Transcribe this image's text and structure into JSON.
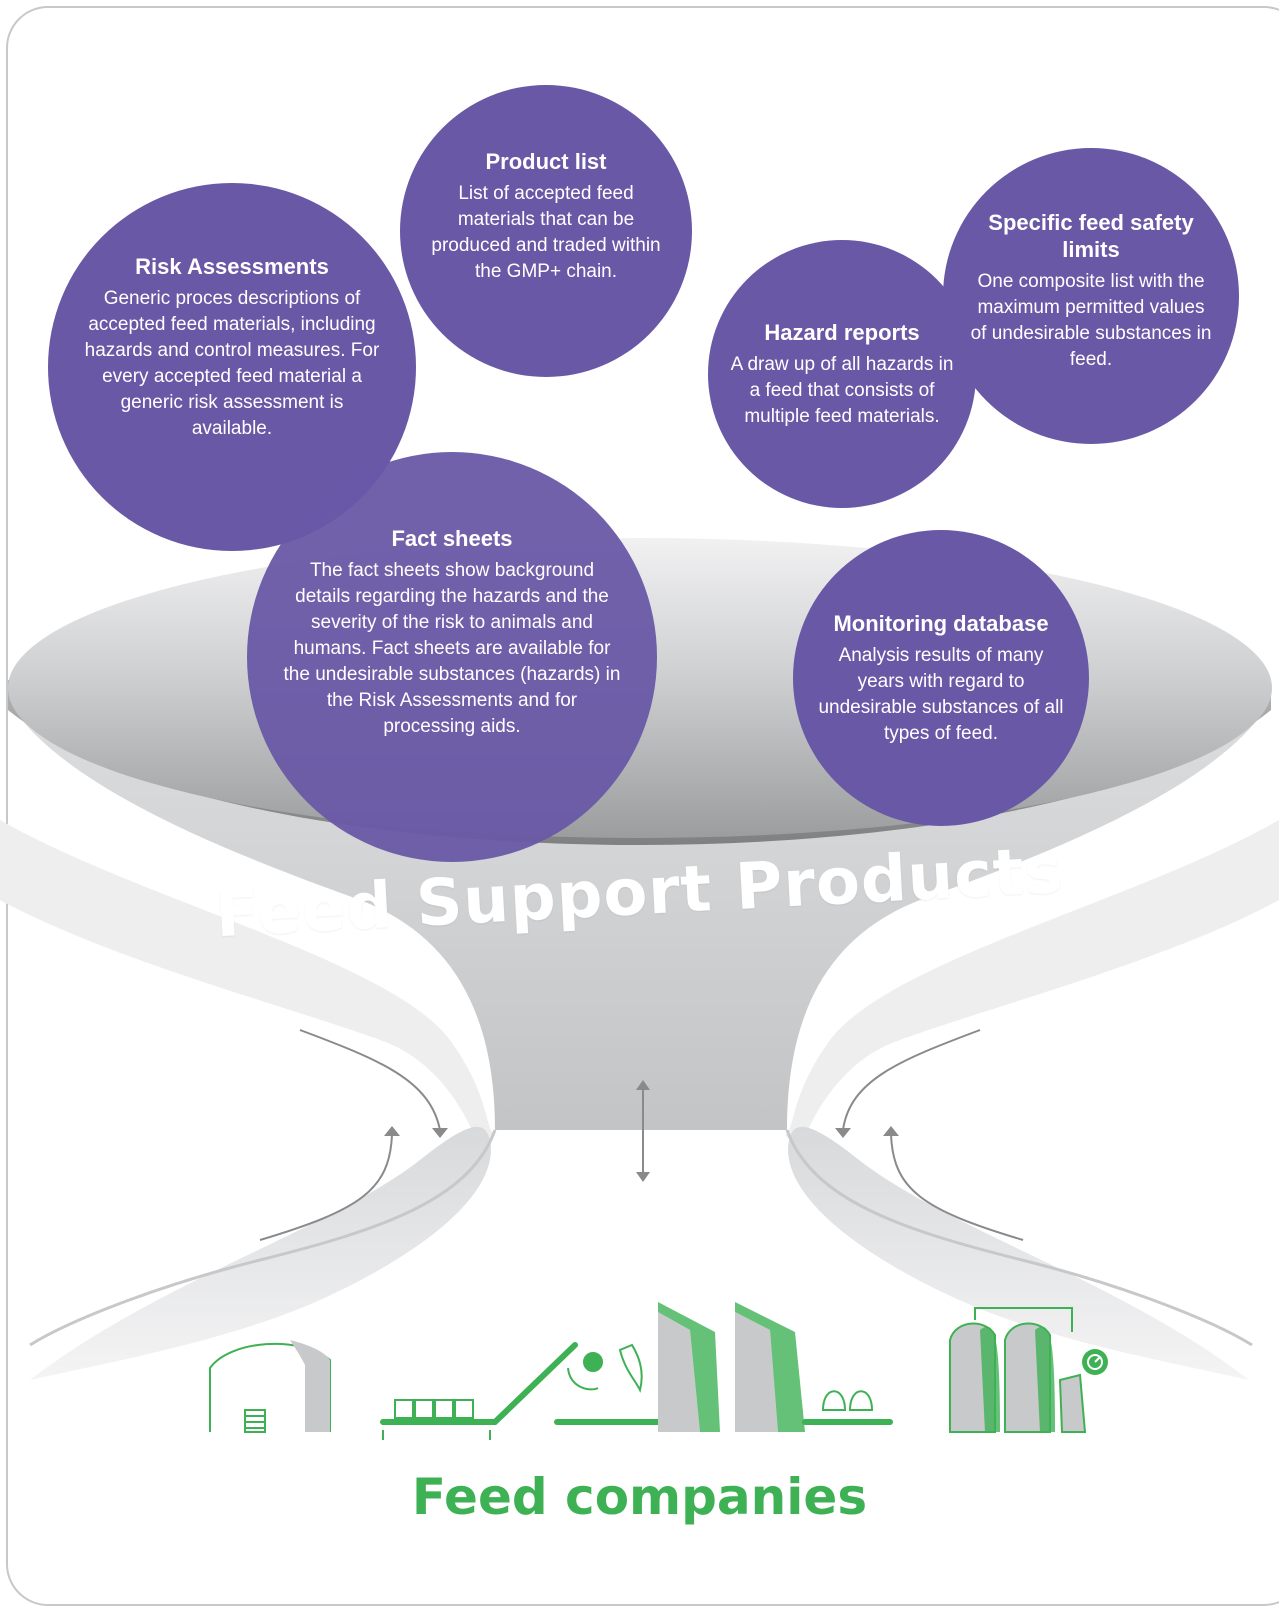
{
  "bubbles": {
    "product_list": {
      "title": "Product list",
      "text": "List of accepted feed materials that can be produced and traded within the GMP+ chain."
    },
    "risk_assessments": {
      "title": "Risk Assessments",
      "text": "Generic proces descriptions of accepted feed materials, including hazards and control measures. For every accepted feed material a generic risk assessment is available."
    },
    "hazard_reports": {
      "title": "Hazard reports",
      "text": "A draw up of all hazards in a feed that consists of multiple feed materials."
    },
    "specific_limits": {
      "title": "Specific feed safety limits",
      "text": "One composite list with the maximum permitted values of undesirable substances in feed."
    },
    "fact_sheets": {
      "title": "Fact sheets",
      "text": "The fact sheets show background details regarding the hazards and the severity of the risk to animals and humans. Fact sheets are available for the undesirable substances (hazards) in the Risk Assessments and for processing aids."
    },
    "monitoring": {
      "title": "Monitoring database",
      "text": "Analysis results of many years with regard to undesirable substances of all types of feed."
    }
  },
  "funnel": {
    "label": "Feed Support Products"
  },
  "footer": {
    "label": "Feed companies"
  },
  "colors": {
    "bubble": "#6958a6",
    "accent_green": "#3fb155",
    "funnel_grey": "#c9cacc",
    "arrow_grey": "#8a8a8a"
  },
  "icons": [
    "warehouse-icon",
    "conveyor-icon",
    "processing-icon",
    "silo-icon",
    "silo-gauge-icon"
  ]
}
